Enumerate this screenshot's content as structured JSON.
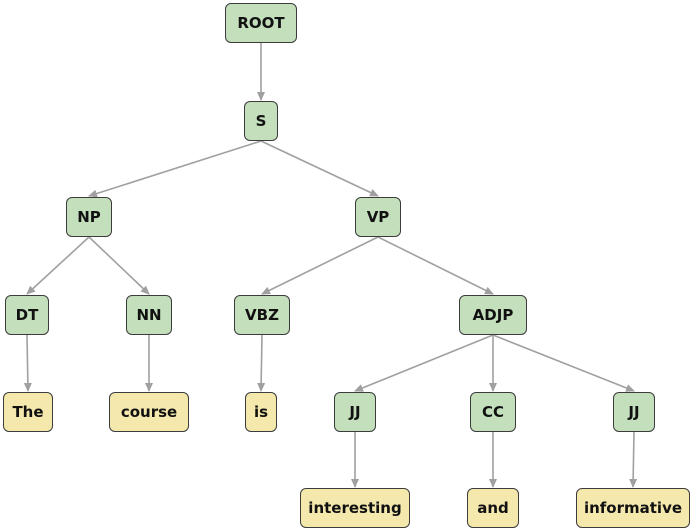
{
  "tree": {
    "colors": {
      "phrase_fill": "#c3dfbc",
      "leaf_fill": "#f4e8ad",
      "border": "#3c3c3c",
      "edge": "#a0a0a0"
    },
    "nodes": {
      "root": "ROOT",
      "s": "S",
      "np": "NP",
      "vp": "VP",
      "dt": "DT",
      "nn": "NN",
      "vbz": "VBZ",
      "adjp": "ADJP",
      "jj1": "JJ",
      "cc": "CC",
      "jj2": "JJ",
      "w_the": "The",
      "w_course": "course",
      "w_is": "is",
      "w_interesting": "interesting",
      "w_and": "and",
      "w_informative": "informative"
    },
    "edges": [
      [
        "root",
        "s"
      ],
      [
        "s",
        "np"
      ],
      [
        "s",
        "vp"
      ],
      [
        "np",
        "dt"
      ],
      [
        "np",
        "nn"
      ],
      [
        "vp",
        "vbz"
      ],
      [
        "vp",
        "adjp"
      ],
      [
        "dt",
        "w_the"
      ],
      [
        "nn",
        "w_course"
      ],
      [
        "vbz",
        "w_is"
      ],
      [
        "adjp",
        "jj1"
      ],
      [
        "adjp",
        "cc"
      ],
      [
        "adjp",
        "jj2"
      ],
      [
        "jj1",
        "w_interesting"
      ],
      [
        "cc",
        "w_and"
      ],
      [
        "jj2",
        "w_informative"
      ]
    ]
  }
}
